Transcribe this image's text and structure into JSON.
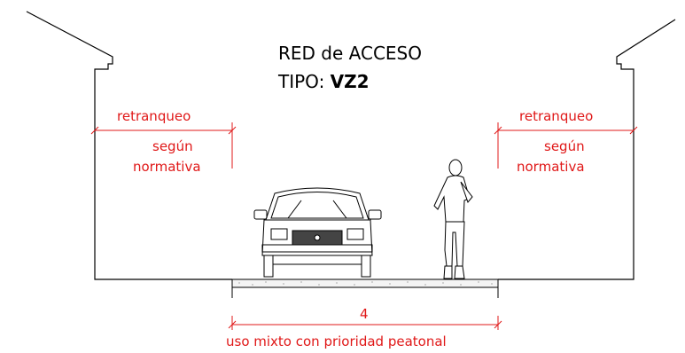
{
  "title": {
    "line1": "RED de ACCESO",
    "type_prefix": "TIPO: ",
    "type_code": "VZ2"
  },
  "setback_left": {
    "label": "retranqueo",
    "note_line1": "según",
    "note_line2": "normativa"
  },
  "setback_right": {
    "label": "retranqueo",
    "note_line1": "según",
    "note_line2": "normativa"
  },
  "street": {
    "width_value": "4",
    "usage_label": "uso mixto con prioridad peatonal"
  },
  "colors": {
    "annotation": "#e01818",
    "linework": "#000000"
  }
}
